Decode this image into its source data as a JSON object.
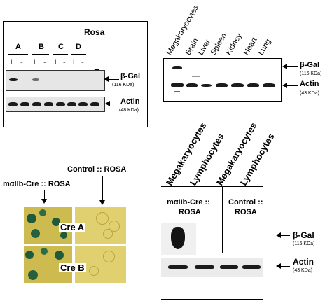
{
  "panel_a": {
    "rosa_label": "Rosa",
    "groups": [
      "A",
      "B",
      "C",
      "D"
    ],
    "signs": [
      "+",
      "-",
      "+",
      "-",
      "+",
      "-",
      "+",
      "-"
    ],
    "bgal_label": "β-Gal",
    "bgal_kda": "(116 KDa)",
    "actin_label": "Actin",
    "actin_kda": "(48 KDa)"
  },
  "panel_b": {
    "tissues": [
      "Megakaryocytes",
      "Brain",
      "Liver",
      "Spleen",
      "Kidney",
      "Heart",
      "Lung"
    ],
    "bgal_label": "β-Gal",
    "bgal_kda": "(116 KDa)",
    "actin_label": "Actin",
    "actin_kda": "(43 KDa)"
  },
  "panel_c": {
    "control_label": "Control :: ROSA",
    "cre_label": "mαIIb-Cre :: ROSA",
    "cre_a": "Cre A",
    "cre_b": "Cre B"
  },
  "panel_d": {
    "lanes": [
      "Megakaryocytes",
      "Lymphocytes",
      "Megakaryocytes",
      "Lymphocytes"
    ],
    "group1_line1": "mαIIb-Cre ::",
    "group1_line2": "ROSA",
    "group2_line1": "Control ::",
    "group2_line2": "ROSA",
    "bgal_label": "β-Gal",
    "bgal_kda": "(116 KDa)",
    "actin_label": "Actin",
    "actin_kda": "(43 KDa)"
  },
  "colors": {
    "band": "#1b1b1b",
    "gel_background": "#e6e6e6",
    "stain_yellow": "#d4c45a",
    "stain_blue": "#1d5a3e"
  }
}
